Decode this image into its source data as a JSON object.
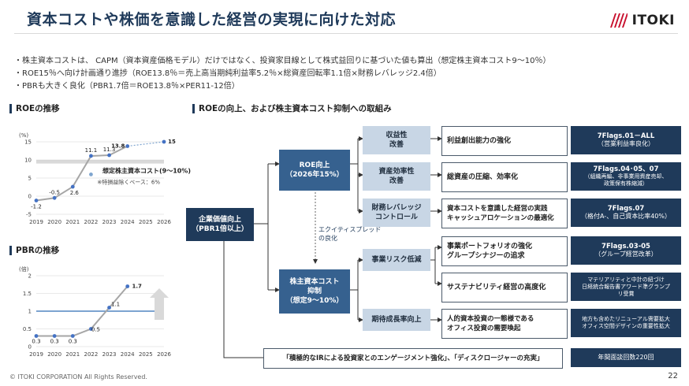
{
  "title": "資本コストや株価を意識した経営の実現に向けた対応",
  "logo": {
    "text": "ITOKI",
    "icon": "slash-stripes-logo-icon",
    "color": "#c8102e"
  },
  "bullets": [
    "・株主資本コストは、 CAPM（資本資産価格モデル）だけではなく、投資家目線として株式益回りに基づいた値も算出（想定株主資本コスト9～10％）",
    "・ROE15％へ向け計画通り進捗（ROE13.8％＝売上高当期純利益率5.2％×総資産回転率1.1倍×財務レバレッジ2.4倍）",
    "・PBRも大きく良化（PBR1.7倍＝ROE13.8％×PER11-12倍）"
  ],
  "roe_section_title": "ROEの推移",
  "pbr_section_title": "PBRの推移",
  "initiatives_title": "ROEの向上、および株主資本コスト抑制への取組み",
  "chart_data": [
    {
      "type": "line",
      "title": "ROEの推移",
      "ylabel": "(%)",
      "ylim": [
        -5,
        15
      ],
      "yticks": [
        "15",
        "10",
        "5",
        "0",
        "-5"
      ],
      "categories": [
        "2019",
        "2020",
        "2021",
        "2022",
        "2023",
        "2024",
        "2025",
        "2026"
      ],
      "series": [
        {
          "values": [
            -1.2,
            -0.5,
            2.6,
            11.1,
            11.3,
            13.8,
            null,
            15
          ]
        }
      ],
      "special_points": [
        {
          "x": "2022",
          "y": 6,
          "label": "※特損益除くベース：6%"
        }
      ],
      "labels": [
        "-1.2",
        "-0.5",
        "2.6",
        "11.1",
        "11.3",
        "13.8",
        "15"
      ],
      "band": {
        "range": [
          9,
          10
        ],
        "label": "想定株主資本コスト(9～10%)"
      }
    },
    {
      "type": "line",
      "title": "PBRの推移",
      "ylabel": "(倍)",
      "ylim": [
        0,
        2
      ],
      "yticks": [
        "2",
        "1.5",
        "1",
        "0.5",
        "0"
      ],
      "categories": [
        "2019",
        "2020",
        "2021",
        "2022",
        "2023",
        "2024",
        "2025",
        "2026"
      ],
      "series": [
        {
          "values": [
            0.3,
            0.3,
            0.3,
            0.5,
            1.1,
            1.7,
            null,
            null
          ]
        }
      ],
      "labels": [
        "0.3",
        "0.3",
        "0.3",
        "0.5",
        "1.1",
        "1.7"
      ],
      "reference_line": 1
    }
  ],
  "diagram": {
    "root": "企業価値向上\n（PBR1倍以上）",
    "roe_up": "ROE向上\n（2026年15%）",
    "coe_down": "株主資本コスト\n抑制\n（想定9～10%）",
    "equity_spread": "エクイティスプレッド\nの良化",
    "levers": [
      "収益性\n改善",
      "資産効率性\n改善",
      "財務レバレッジ\nコントロール",
      "事業リスク低減",
      "期待成長率向上"
    ],
    "actions": [
      "利益創出能力の強化",
      "総資産の圧縮、効率化",
      "資本コストを意識した経営の実践\nキャッシュアロケーションの最適化",
      "事業ポートフォリオの強化\nグループシナジーの追求",
      "サステナビリティ経営の高度化",
      "人的資本投資の一態様である\nオフィス投資の需要喚起"
    ],
    "flags": [
      {
        "head": "7Flags.01－ALL",
        "sub": "（営業利益率良化）"
      },
      {
        "head": "7Flags.04･05、07",
        "sub": "（組織再編、非事業用資産売却、\n政策保有株縮減）"
      },
      {
        "head": "7Flags.07",
        "sub": "（格付A-、自己資本比率40%）"
      },
      {
        "head": "7Flags.03-05",
        "sub": "（グループ経営改革）"
      },
      {
        "head": "",
        "sub": "マテリアリティと中計の紐づけ\n日経統合報告書アワード準グランプ\nリ受賞"
      },
      {
        "head": "",
        "sub": "地方も含めたリニューアル需要拡大\nオフィス空間デザインの重要性拡大"
      }
    ],
    "ir_box": "「積極的なIRによる投資家とのエンゲージメント強化」、「ディスクロージャーの充実」",
    "ir_flag": "年間面談回数220回"
  },
  "footer": "© ITOKI CORPORATION All Rights Reserved.",
  "page_number": "22"
}
